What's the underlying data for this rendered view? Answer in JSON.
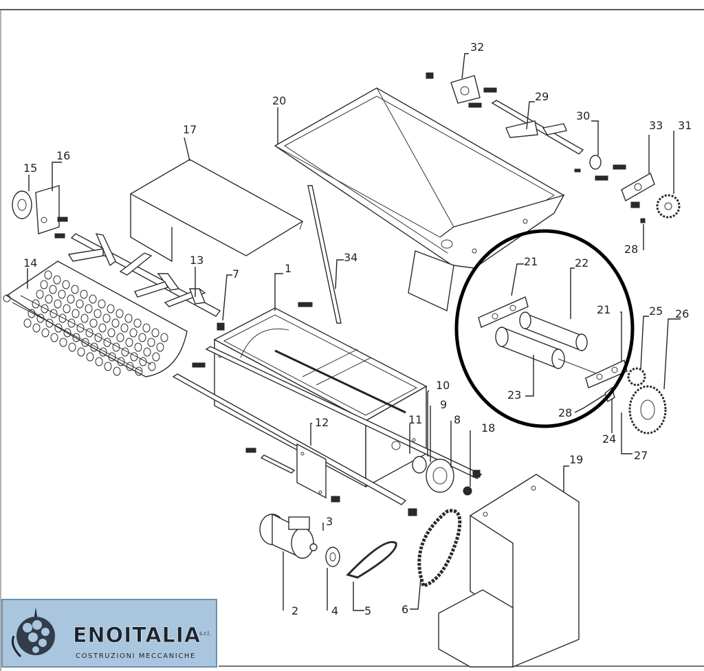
{
  "labels": [
    "1",
    "2",
    "3",
    "4",
    "5",
    "6",
    "7",
    "8",
    "9",
    "10",
    "11",
    "12",
    "13",
    "14",
    "15",
    "16",
    "17",
    "18",
    "19",
    "20",
    "21",
    "21",
    "22",
    "23",
    "24",
    "25",
    "26",
    "27",
    "28",
    "28",
    "29",
    "30",
    "31",
    "32",
    "33",
    "34"
  ],
  "logo": {
    "name": "ENOITALIA",
    "suffix": "s.r.l.",
    "subtitle": "COSTRUZIONI  MECCANICHE"
  },
  "colors": {
    "line": "#222222",
    "logo_bg": "#a9c6de",
    "highlight_circle": "#000000"
  }
}
